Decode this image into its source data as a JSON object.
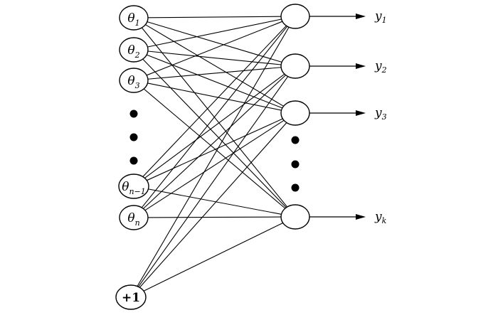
{
  "inputs": [
    {
      "symbol": "θ",
      "sub": "1"
    },
    {
      "symbol": "θ",
      "sub": "2"
    },
    {
      "symbol": "θ",
      "sub": "3"
    },
    {
      "symbol": "θ",
      "sub": "n−1"
    },
    {
      "symbol": "θ",
      "sub": "n"
    }
  ],
  "bias": {
    "label": "+1"
  },
  "outputs": [
    {
      "symbol": "y",
      "sub": "1"
    },
    {
      "symbol": "y",
      "sub": "2"
    },
    {
      "symbol": "y",
      "sub": "3"
    },
    {
      "symbol": "y",
      "sub": "k"
    }
  ],
  "colors": {
    "stroke": "#000000",
    "background": "#ffffff"
  }
}
